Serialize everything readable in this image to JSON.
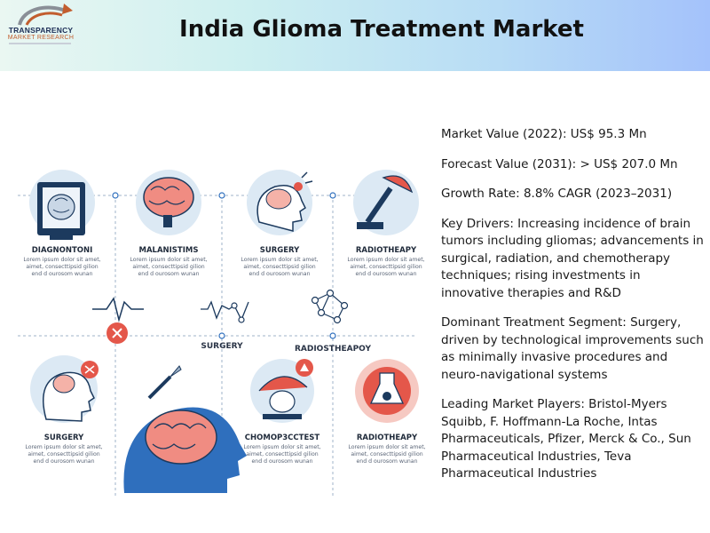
{
  "header": {
    "title": "India Glioma Treatment Market",
    "logo_brand": "TRANSPARENCY",
    "logo_sub": "MARKET RESEARCH"
  },
  "info": [
    "Market Value (2022): US$ 95.3 Mn",
    "Forecast Value (2031): > US$ 207.0 Mn",
    "Growth Rate: 8.8% CAGR (2023–2031)",
    "Key Drivers: Increasing incidence of brain tumors including gliomas; advancements in surgical, radiation, and chemotherapy techniques; rising investments in innovative therapies and R&D",
    "Dominant Treatment Segment: Surgery, driven by technological improvements such as minimally invasive procedures and neuro-navigational systems",
    "Leading Market Players: Bristol-Myers Squibb, F. Hoffmann-La Roche, Intas Pharmaceuticals, Pfizer, Merck & Co., Sun Pharmaceutical Industries, Teva Pharmaceutical Industries"
  ],
  "graphic": {
    "top_labels": [
      "DIAGNONTONI",
      "MALANISTIMS",
      "SURGERY",
      "RADIOTHEAPY"
    ],
    "bottom_labels": [
      "SURGERY",
      "CHOMOP3CCTEST",
      "RADIOTHEAPY"
    ],
    "mid_left": "SURGERY",
    "mid_right": "RADIOSTHEAPOY",
    "lorem1": "Lorem ipsum dolor sit amet,",
    "lorem2": "aimet, consecttipsid gilion",
    "lorem3": "end d ourosom wunan"
  },
  "colors": {
    "navy": "#1c3a5e",
    "coral": "#e4574a",
    "light_blue": "#dce9f4",
    "mid_blue": "#2f6fbd"
  }
}
